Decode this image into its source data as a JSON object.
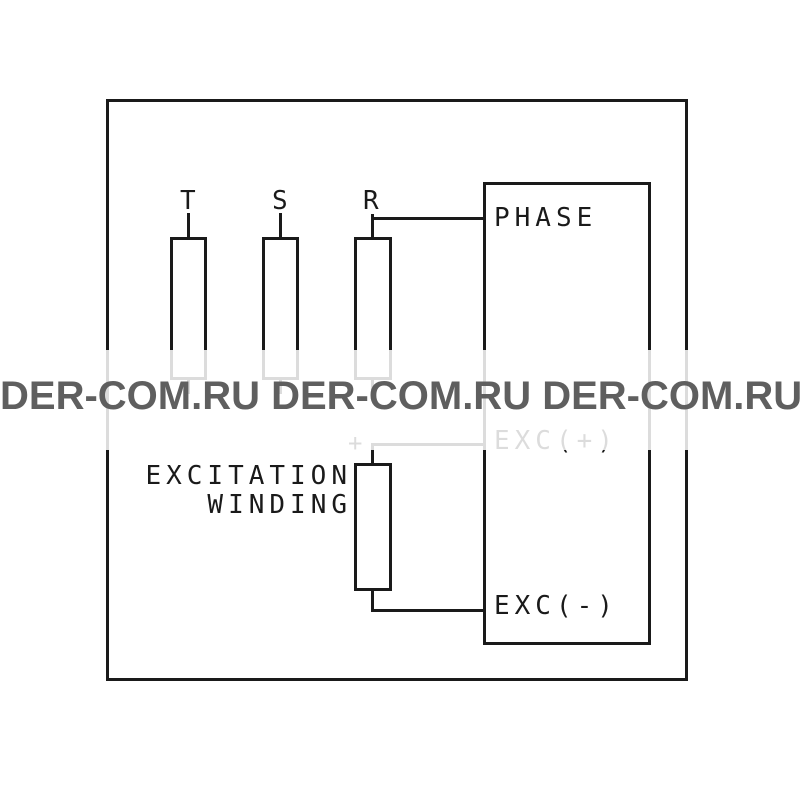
{
  "watermark": {
    "text": "DER-COM.RU DER-COM.RU DER-COM.RU"
  },
  "diagram": {
    "terminals": [
      {
        "label": "T"
      },
      {
        "label": "S"
      },
      {
        "label": "R"
      }
    ],
    "phase_box": {
      "title": "PHASE",
      "exc_plus_label": "EXC(+)",
      "exc_minus_label": "EXC(-)"
    },
    "excitation_winding": {
      "line1": "EXCITATION",
      "line2": "WINDING",
      "plus_sign": "+"
    },
    "colors": {
      "line": "#1a1a1a",
      "watermark_text": "#565656",
      "background": "#ffffff"
    }
  }
}
